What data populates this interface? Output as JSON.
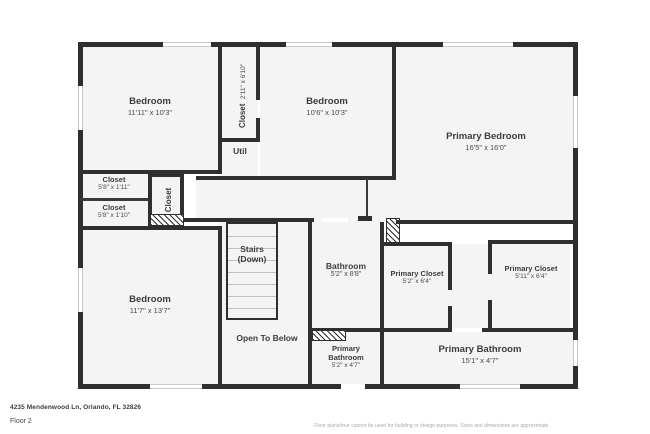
{
  "footer": {
    "address": "4235 Mendenwood Ln, Orlando, FL 32826",
    "floor": "Floor 2",
    "disclaimer": "Floor plans/tour cannot be used for building or design purposes. Sizes and dimensions are approximate."
  },
  "colors": {
    "wall": "#2f2f2f",
    "room_fill": "#f4f4f4",
    "page_background": "#ffffff",
    "label_text": "#3c3c3c",
    "disclaimer_text": "#a8a8a8"
  },
  "plan": {
    "title": "Floor 2",
    "rooms": [
      {
        "id": "bedroom_nw",
        "name": "Bedroom",
        "dimensions": "11'11\" x 10'3\""
      },
      {
        "id": "closet_top",
        "name": "Closet",
        "dimensions": "2'11\" x 6'10\""
      },
      {
        "id": "util",
        "name": "Util",
        "dimensions": ""
      },
      {
        "id": "bedroom_n",
        "name": "Bedroom",
        "dimensions": "10'6\" x 10'3\""
      },
      {
        "id": "primary_bedroom",
        "name": "Primary Bedroom",
        "dimensions": "16'5\" x 16'0\""
      },
      {
        "id": "closet_w_upper",
        "name": "Closet",
        "dimensions": "5'8\" x 1'11\""
      },
      {
        "id": "closet_w_lower",
        "name": "Closet",
        "dimensions": "5'8\" x 1'10\""
      },
      {
        "id": "closet_mid_vert",
        "name": "Closet",
        "dimensions": ""
      },
      {
        "id": "bedroom_sw",
        "name": "Bedroom",
        "dimensions": "11'7\" x 13'7\""
      },
      {
        "id": "stairs",
        "name": "Stairs",
        "dimensions": "(Down)"
      },
      {
        "id": "open_to_below",
        "name": "Open To Below",
        "dimensions": ""
      },
      {
        "id": "bathroom",
        "name": "Bathroom",
        "dimensions": "5'2\" x 8'8\""
      },
      {
        "id": "primary_closet_1",
        "name": "Primary Closet",
        "dimensions": "5'2\" x 6'4\""
      },
      {
        "id": "primary_closet_2",
        "name": "Primary Closet",
        "dimensions": "5'11\" x 6'4\""
      },
      {
        "id": "primary_bath_sm",
        "name": "Primary Bathroom",
        "dimensions": "5'2\" x 4'7\""
      },
      {
        "id": "primary_bath_lg",
        "name": "Primary Bathroom",
        "dimensions": "15'1\" x 4'7\""
      }
    ]
  }
}
